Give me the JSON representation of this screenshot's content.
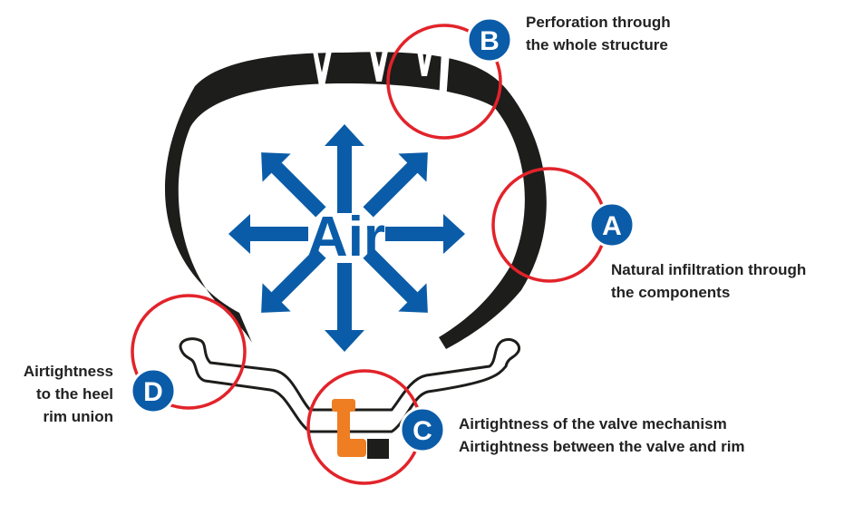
{
  "center_label": "Air",
  "colors": {
    "tire": "#1d1d1b",
    "arrow": "#0b5ca8",
    "circle": "#e2232a",
    "badge": "#0b5ca8",
    "valve": "#ef7d22",
    "rim_outline": "#1d1d1b"
  },
  "callouts": [
    {
      "id": "B",
      "letter": "B",
      "lines": [
        "Perforation through",
        "the whole structure"
      ]
    },
    {
      "id": "A",
      "letter": "A",
      "lines": [
        "Natural infiltration through",
        "the components"
      ]
    },
    {
      "id": "C",
      "letter": "C",
      "lines": [
        "Airtightness of the valve mechanism",
        "Airtightness between the valve and rim"
      ]
    },
    {
      "id": "D",
      "letter": "D",
      "lines": [
        "Airtightness",
        "to the heel",
        "rim union"
      ]
    }
  ]
}
